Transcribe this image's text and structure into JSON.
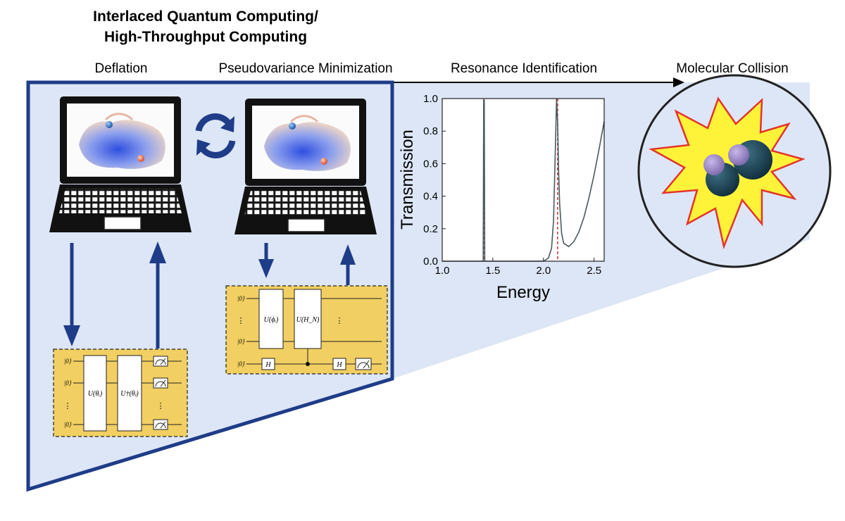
{
  "title": {
    "line1": "Interlaced Quantum Computing/",
    "line2": "High-Throughput Computing"
  },
  "stages": {
    "deflation": "Deflation",
    "pseudovariance": "Pseudovariance Minimization",
    "resonance": "Resonance Identification",
    "collision": "Molecular Collision"
  },
  "colors": {
    "panel_fill": "#dde6f6",
    "panel_border": "#1f3c88",
    "arrow": "#1f3c88",
    "circuit_fill": "#f1cf62",
    "curve": "#4a5a5e",
    "resonance_line": "#d43c3c",
    "explosion_fill": "#fff33a",
    "explosion_stroke": "#e3342b",
    "atom_dark": "#1e4456",
    "atom_light": "#9b88c8"
  },
  "icons": {
    "cycle": "refresh-cycle-icon",
    "laptop": "laptop-icon",
    "meter": "measurement-meter-icon"
  },
  "circuit_deflation": {
    "ket_labels": [
      "|0⟩",
      "|0⟩",
      "⋮",
      "|0⟩"
    ],
    "gate1": "U(θᵢ)",
    "gate2": "U†(θⱼ)",
    "dots": "⋮"
  },
  "circuit_pseudovariance": {
    "ket_labels": [
      "|0⟩",
      "⋮",
      "|0⟩",
      "|0⟩"
    ],
    "gate1": "U(ϕᵢ)",
    "gate2": "U(H_N)",
    "hadamard": "H",
    "dots": "⋮"
  },
  "chart_data": {
    "type": "line",
    "title": "",
    "xlabel": "Energy",
    "ylabel": "Transmission",
    "xlim": [
      1.0,
      2.6
    ],
    "ylim": [
      0.0,
      1.0
    ],
    "x_ticks": [
      "1.0",
      "1.5",
      "2.0",
      "2.5"
    ],
    "x_tick_values": [
      1.0,
      1.5,
      2.0,
      2.5
    ],
    "y_ticks": [
      "0.0",
      "0.2",
      "0.4",
      "0.6",
      "0.8",
      "1.0"
    ],
    "y_tick_values": [
      0.0,
      0.2,
      0.4,
      0.6,
      0.8,
      1.0
    ],
    "grid": false,
    "series": [
      {
        "x": [
          1.0,
          1.405,
          1.41,
          1.415,
          1.42,
          1.425,
          2.0,
          2.05,
          2.08,
          2.1,
          2.12,
          2.13,
          2.14,
          2.15,
          2.16,
          2.18,
          2.2,
          2.25,
          2.3,
          2.35,
          2.4,
          2.45,
          2.5,
          2.55,
          2.6
        ],
        "y": [
          0.0,
          0.0,
          0.99,
          0.99,
          0.0,
          0.0,
          0.0,
          0.02,
          0.08,
          0.25,
          0.75,
          1.0,
          0.85,
          0.55,
          0.35,
          0.17,
          0.11,
          0.09,
          0.12,
          0.18,
          0.27,
          0.39,
          0.53,
          0.69,
          0.86
        ]
      }
    ],
    "vlines": [
      1.41,
      2.14
    ]
  }
}
